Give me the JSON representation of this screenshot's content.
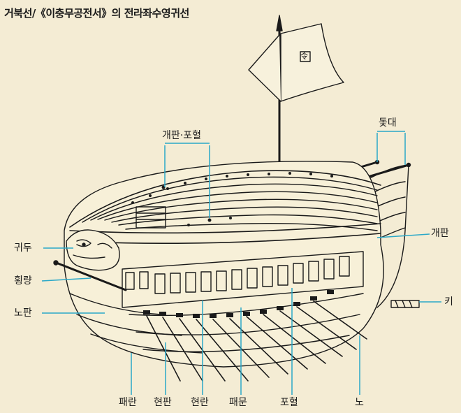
{
  "title": "거북선/《이충무공전서》의 전라좌수영귀선",
  "flag_mark": "令",
  "colors": {
    "background": "#f4ecd4",
    "ink": "#1a1a1a",
    "leader": "#2aa8c8"
  },
  "labels": {
    "gaepan_porhyeol": "개판·포혈",
    "tongdae": "돛대",
    "gaepan": "개판",
    "gwidu": "귀두",
    "hoengnyang": "횡량",
    "nopan": "노판",
    "ki": "키",
    "paeran": "패란",
    "hyeonpan": "현판",
    "hyeonran": "현란",
    "paemun": "패문",
    "porhyeol": "포혈",
    "no": "노"
  }
}
